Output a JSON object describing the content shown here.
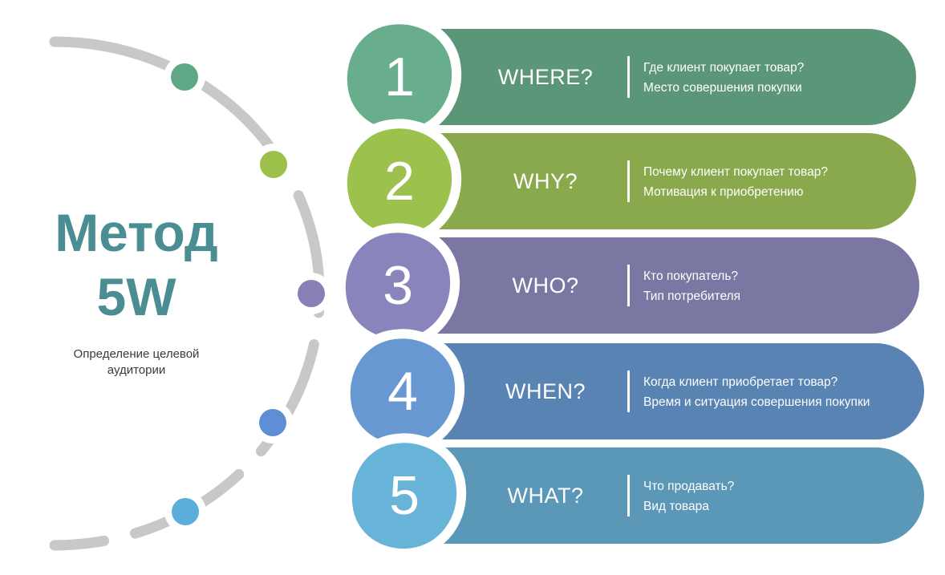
{
  "title": {
    "line1": "Метод",
    "line2": "5W",
    "subtitle_line1": "Определение целевой",
    "subtitle_line2": "аудитории"
  },
  "colors": {
    "title": "#4a8d93",
    "arc": "#c8c8c8",
    "dots": [
      "#5fa885",
      "#9cc04a",
      "#8a80b8",
      "#5e8fd4",
      "#5aaedb"
    ]
  },
  "steps": [
    {
      "number": "1",
      "label": "WHERE?",
      "line1": "Где клиент покупает товар?",
      "line2": "Место совершения покупки",
      "bar_color": "#5b9679",
      "blob_color": "#69ae8c"
    },
    {
      "number": "2",
      "label": "WHY?",
      "line1": "Почему клиент покупает товар?",
      "line2": "Мотивация к приобретению",
      "bar_color": "#8aa84c",
      "blob_color": "#9cc24d"
    },
    {
      "number": "3",
      "label": "WHO?",
      "line1": "Кто покупатель?",
      "line2": "Тип потребителя",
      "bar_color": "#7a77a2",
      "blob_color": "#8a84bc"
    },
    {
      "number": "4",
      "label": "WHEN?",
      "line1": "Когда клиент приобретает товар?",
      "line2": "Время и ситуация совершения покупки",
      "bar_color": "#5883b2",
      "blob_color": "#6898d2"
    },
    {
      "number": "5",
      "label": "WHAT?",
      "line1": "Что продавать?",
      "line2": "Вид товара",
      "bar_color": "#5b97b6",
      "blob_color": "#68b3d8"
    }
  ]
}
